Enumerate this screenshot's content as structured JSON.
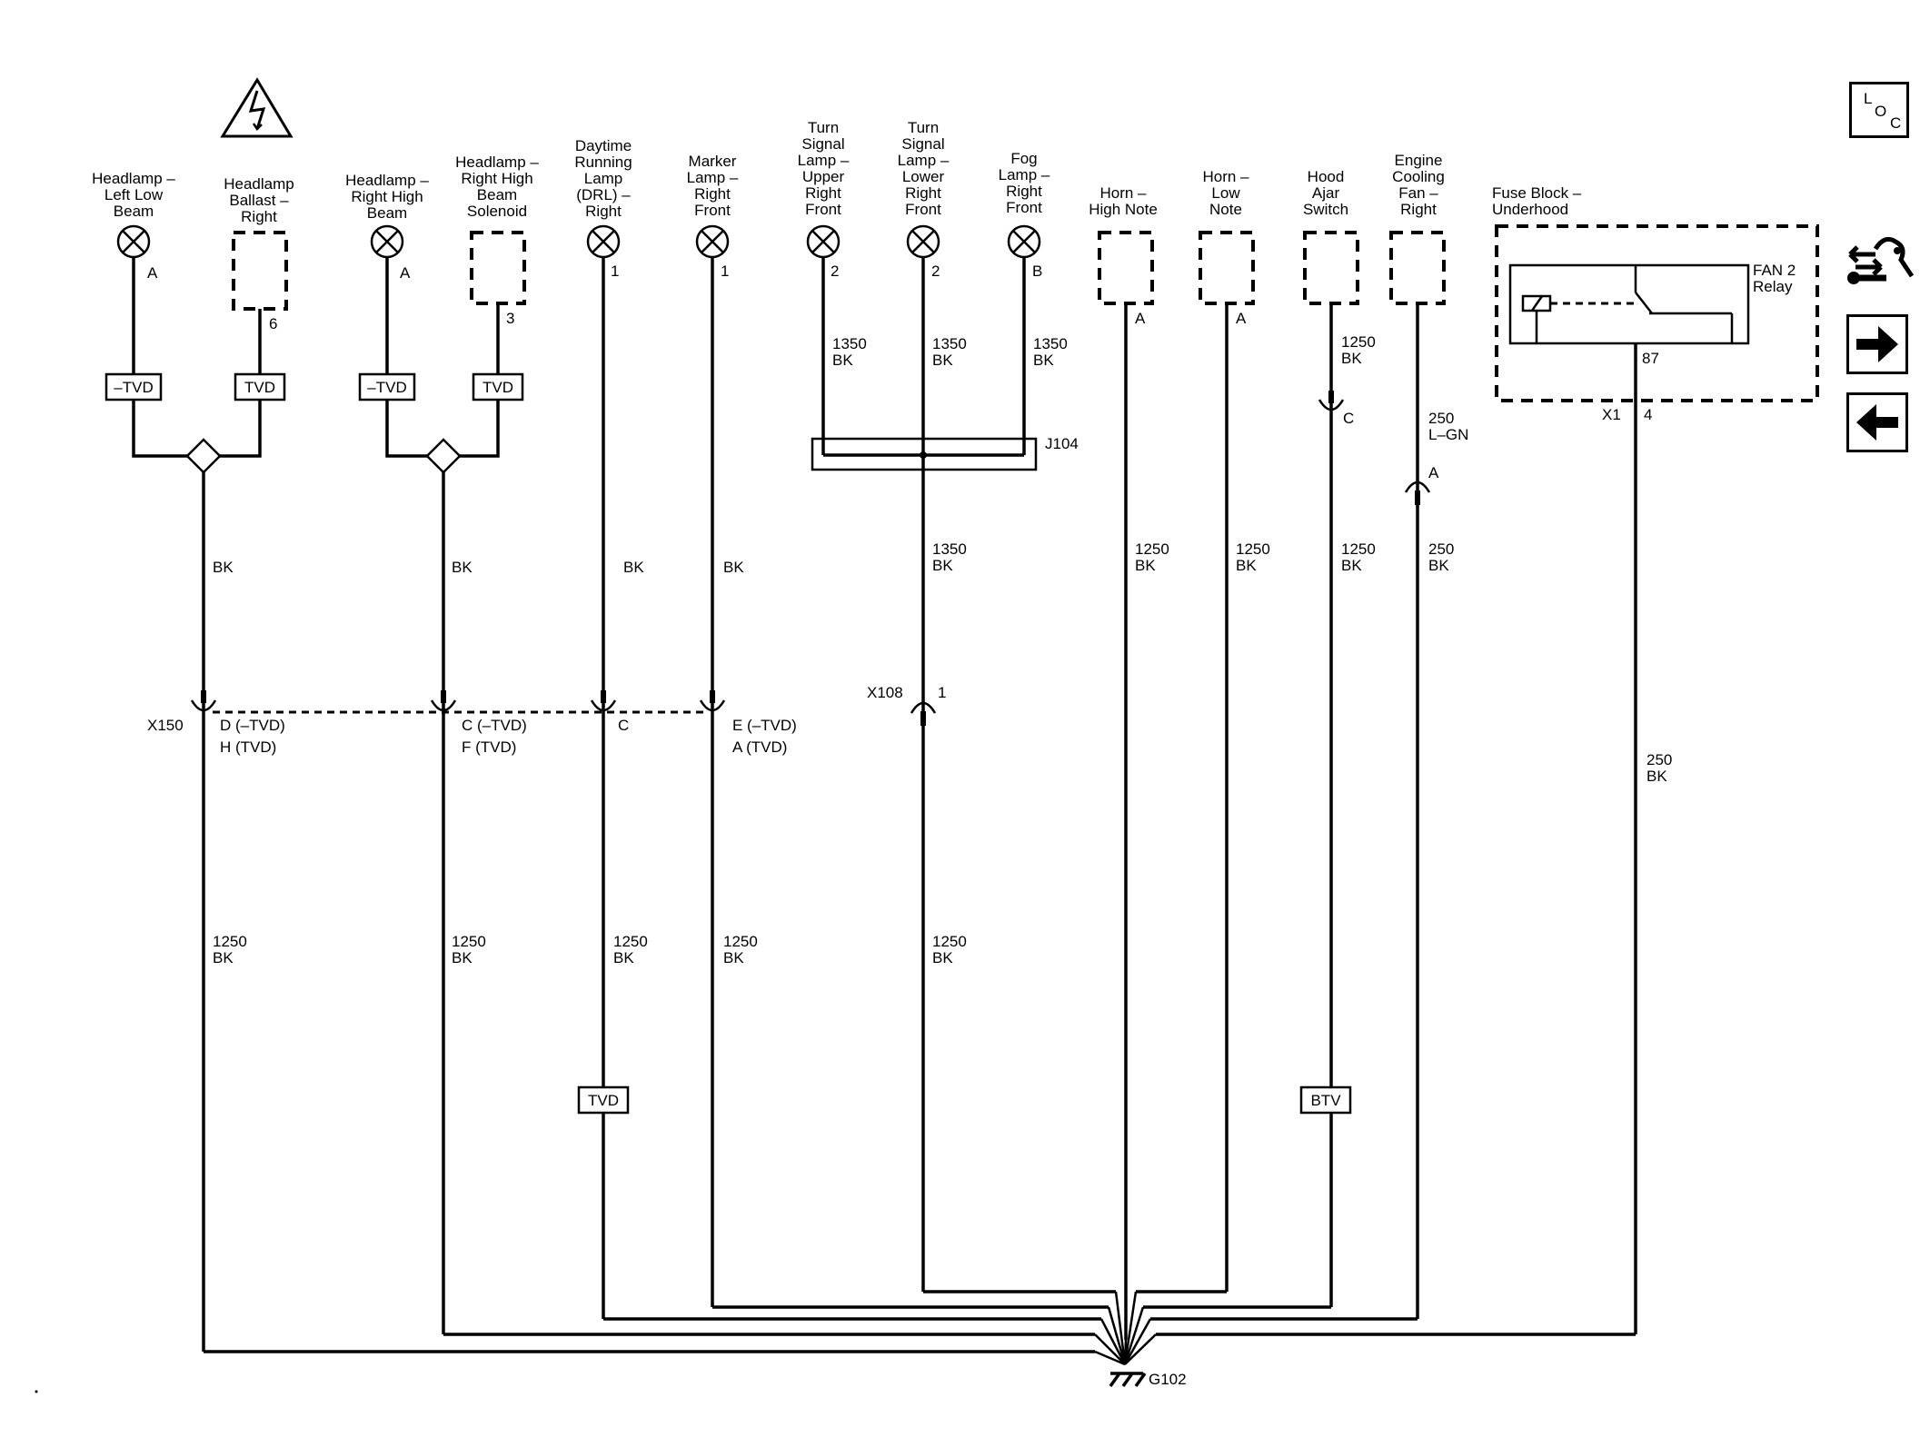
{
  "components": {
    "left_low_beam": [
      "Headlamp –",
      "Left Low",
      "Beam"
    ],
    "ballast_right": [
      "Headlamp",
      "Ballast –",
      "Right"
    ],
    "right_high_beam": [
      "Headlamp –",
      "Right High",
      "Beam"
    ],
    "high_beam_solenoid": [
      "Headlamp –",
      "Right High",
      "Beam",
      "Solenoid"
    ],
    "drl_right": [
      "Daytime",
      "Running",
      "Lamp",
      "(DRL) –",
      "Right"
    ],
    "marker_lamp": [
      "Marker",
      "Lamp –",
      "Right",
      "Front"
    ],
    "turn_upper": [
      "Turn",
      "Signal",
      "Lamp –",
      "Upper",
      "Right",
      "Front"
    ],
    "turn_lower": [
      "Turn",
      "Signal",
      "Lamp –",
      "Lower",
      "Right",
      "Front"
    ],
    "fog_lamp": [
      "Fog",
      "Lamp –",
      "Right",
      "Front"
    ],
    "horn_high": [
      "Horn –",
      "High Note"
    ],
    "horn_low": [
      "Horn –",
      "Low",
      "Note"
    ],
    "hood_ajar": [
      "Hood",
      "Ajar",
      "Switch"
    ],
    "engine_fan": [
      "Engine",
      "Cooling",
      "Fan –",
      "Right"
    ],
    "fuse_block": [
      "Fuse Block –",
      "Underhood"
    ],
    "fan2_relay": [
      "FAN 2",
      "Relay"
    ]
  },
  "pins": {
    "left_low_beam": "A",
    "ballast_right": "6",
    "right_high_beam": "A",
    "high_beam_solenoid": "3",
    "drl_right": "1",
    "marker_lamp": "1",
    "turn_upper": "2",
    "turn_lower": "2",
    "fog_lamp": "B",
    "horn_high": "A",
    "horn_low": "A",
    "hood_ajar_c": "C",
    "engine_fan_a": "A",
    "relay_87": "87",
    "x1": "X1",
    "x1_pin": "4",
    "x108_pin": "1",
    "x150_drl": "C"
  },
  "option_labels": {
    "ntvd": "–TVD",
    "tvd": "TVD",
    "btv": "BTV"
  },
  "connectors": {
    "x150": "X150",
    "x108": "X108",
    "j104": "J104",
    "g102": "G102",
    "x150_low_beam": [
      "D (–TVD)",
      "H (TVD)"
    ],
    "x150_high_beam": [
      "C (–TVD)",
      "F (TVD)"
    ],
    "x150_marker": [
      "E (–TVD)",
      "A (TVD)"
    ]
  },
  "wires": {
    "bk": "BK",
    "size_1350": "1350",
    "size_1250": "1250",
    "size_250": "250",
    "l_gn": "L–GN"
  },
  "nav": {
    "loc": {
      "l": "L",
      "o": "O",
      "c": "C"
    },
    "service_icon": "wrench-arrows-icon",
    "forward_icon": "arrow-right-icon",
    "back_icon": "arrow-left-icon"
  },
  "colors": {
    "ink": "#000000",
    "paper": "#ffffff"
  }
}
